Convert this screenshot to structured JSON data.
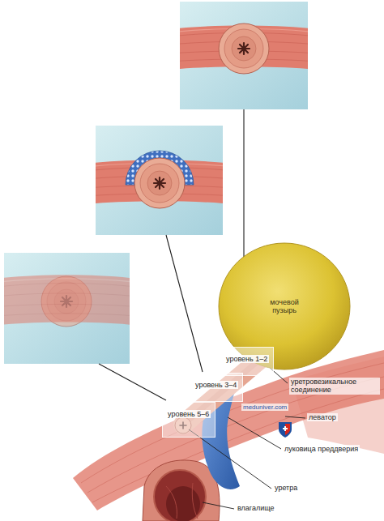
{
  "diagram": {
    "nodes": [
      {
        "text": [
          "мочевой пузырь"
        ]
      },
      {
        "text": [
          "уровень 1–2"
        ]
      },
      {
        "text": [
          "уровень 3–4"
        ]
      },
      {
        "text": [
          "уровень 5–6"
        ]
      }
    ],
    "labels": [
      "уретровезикальное соединение",
      "леватор",
      "луковица преддверия",
      "уретра",
      "влагалище",
      "meduniver.com"
    ]
  }
}
